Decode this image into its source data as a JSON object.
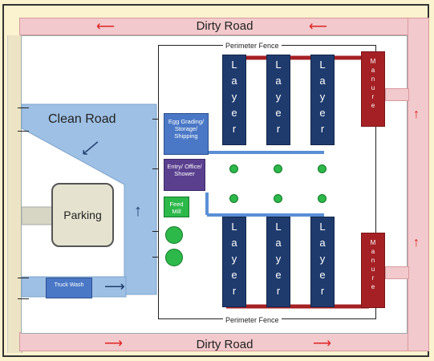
{
  "roads": {
    "top_label": "Dirty Road",
    "bottom_label": "Dirty Road",
    "clean_label": "Clean Road"
  },
  "fence": {
    "top_label": "Perimeter Fence",
    "bottom_label": "Perimeter Fence"
  },
  "facilities": {
    "egg_label": "Egg Grading/ Storage/ Shipping",
    "entry_label": "Entry/ Office/ Shower",
    "feed_label": "Feed Mill",
    "truck_label": "Truck Wash",
    "parking_label": "Parking"
  },
  "layer_letters": [
    "L",
    "a",
    "y",
    "e",
    "r"
  ],
  "manure_letters": [
    "M",
    "a",
    "n",
    "u",
    "r",
    "e"
  ],
  "colors": {
    "dirty_road": "#f2c9cc",
    "clean_road": "#9ec0e4",
    "layer_house": "#1f3b6e",
    "manure": "#a52024",
    "feed_mill": "#2db84a",
    "egg_building": "#4a78c6",
    "entry_building": "#5a3f8f"
  }
}
